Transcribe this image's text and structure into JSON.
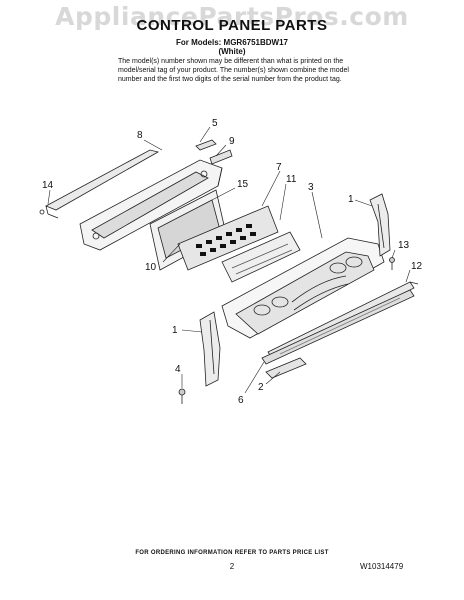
{
  "watermark": "AppliancePartsPros.com",
  "header": {
    "title": "CONTROL PANEL PARTS",
    "models": "For Models: MGR6751BDW17",
    "color": "(White)",
    "note": "The model(s) number shown may be different than what is printed on the model/serial tag of your product. The number(s) shown combine the model number and the first two digits of the serial number from the product tag."
  },
  "callouts": {
    "c1a": "1",
    "c1b": "1",
    "c2": "2",
    "c3": "3",
    "c4": "4",
    "c5": "5",
    "c6": "6",
    "c7": "7",
    "c8": "8",
    "c9": "9",
    "c10": "10",
    "c11": "11",
    "c12": "12",
    "c13": "13",
    "c14": "14",
    "c15": "15"
  },
  "footer": {
    "order_info": "FOR ORDERING INFORMATION REFER TO PARTS PRICE LIST",
    "page": "2",
    "doc_id": "W10314479"
  }
}
